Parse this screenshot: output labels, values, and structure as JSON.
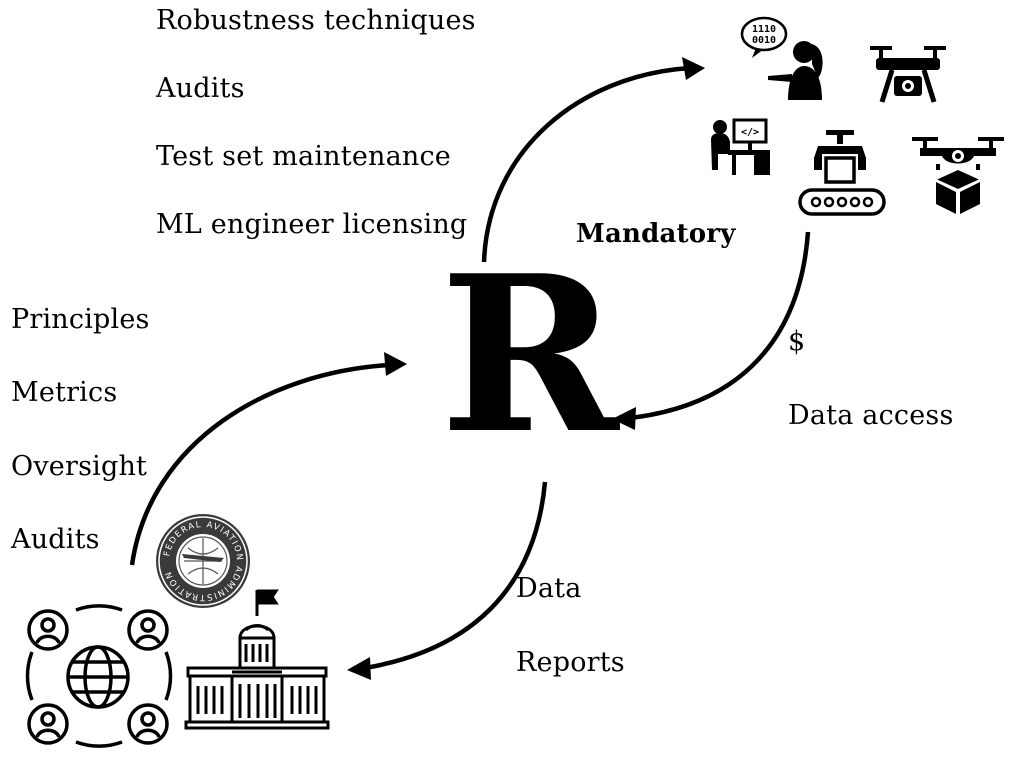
{
  "center_letter": "R",
  "top_left_labels": [
    "Robustness techniques",
    "Audits",
    "Test set maintenance",
    "ML engineer licensing"
  ],
  "left_labels": [
    "Principles",
    "Metrics",
    "Oversight",
    "Audits"
  ],
  "right_labels": [
    "$",
    "Data access"
  ],
  "bottom_labels": [
    "Data",
    "Reports"
  ],
  "mandatory_label": "Mandatory",
  "speech_bubble_text": [
    "1110",
    "0010"
  ],
  "seal": {
    "text": "FEDERAL AVIATION ADMINISTRATION"
  },
  "icons": [
    "woman-speaking-binary-icon",
    "camera-drone-icon",
    "developer-workstation-icon",
    "conveyor-robot-icon",
    "delivery-drone-icon",
    "faa-seal-icon",
    "global-people-network-icon",
    "government-building-icon"
  ],
  "colors": {
    "ink": "#000000",
    "seal_gray": "#3a3a3a",
    "background": "#ffffff"
  }
}
